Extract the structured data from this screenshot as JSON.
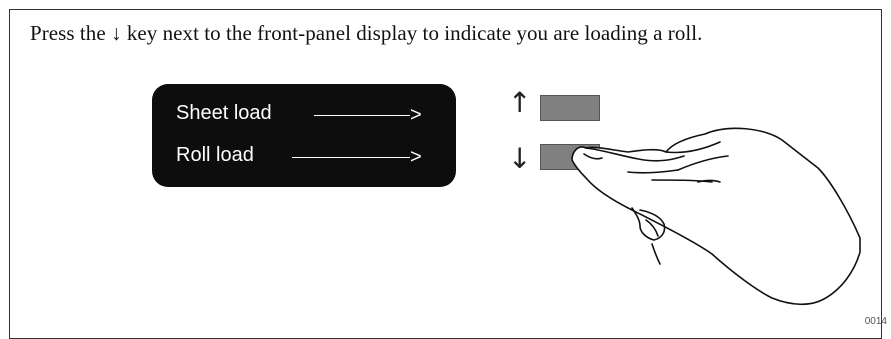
{
  "instruction": "Press the ↓ key next to the front-panel display to indicate you are loading a roll.",
  "display": {
    "rows": [
      {
        "label": "Sheet load",
        "arrow": ">"
      },
      {
        "label": "Roll load",
        "arrow": ">"
      }
    ]
  },
  "keys": {
    "up": {
      "glyph": "↑"
    },
    "down": {
      "glyph": "↓"
    }
  },
  "figure_number": "0014",
  "colors": {
    "display_bg": "#0d0d0d",
    "display_text": "#ffffff",
    "key": "#808080"
  },
  "icons": [
    "hand-pointing-icon"
  ]
}
